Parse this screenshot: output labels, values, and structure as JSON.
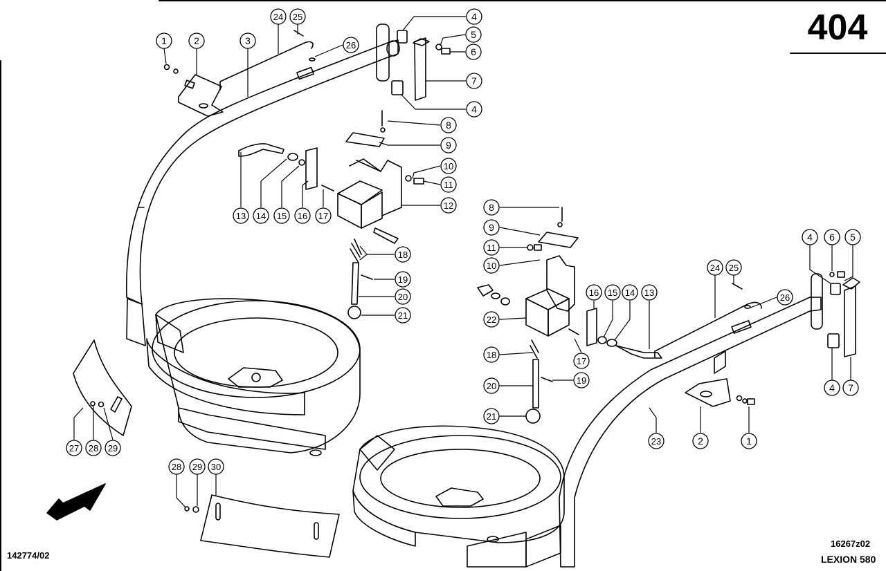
{
  "page": {
    "page_number": "404",
    "drawing_ref_left": "142774/02",
    "drawing_ref_right": "16267z02",
    "model": "LEXION 580"
  },
  "callouts": [
    {
      "id": "c-left-1",
      "label": "1"
    },
    {
      "id": "c-left-2",
      "label": "2"
    },
    {
      "id": "c-left-3",
      "label": "3"
    },
    {
      "id": "c-left-24",
      "label": "24"
    },
    {
      "id": "c-left-25",
      "label": "25"
    },
    {
      "id": "c-left-26",
      "label": "26"
    },
    {
      "id": "c-left-4a",
      "label": "4"
    },
    {
      "id": "c-left-5",
      "label": "5"
    },
    {
      "id": "c-left-6",
      "label": "6"
    },
    {
      "id": "c-left-7",
      "label": "7"
    },
    {
      "id": "c-left-4b",
      "label": "4"
    },
    {
      "id": "c-left-8",
      "label": "8"
    },
    {
      "id": "c-left-9",
      "label": "9"
    },
    {
      "id": "c-left-10",
      "label": "10"
    },
    {
      "id": "c-left-11",
      "label": "11"
    },
    {
      "id": "c-left-12",
      "label": "12"
    },
    {
      "id": "c-left-13",
      "label": "13"
    },
    {
      "id": "c-left-14",
      "label": "14"
    },
    {
      "id": "c-left-15",
      "label": "15"
    },
    {
      "id": "c-left-16",
      "label": "16"
    },
    {
      "id": "c-left-17",
      "label": "17"
    },
    {
      "id": "c-left-18",
      "label": "18"
    },
    {
      "id": "c-left-19",
      "label": "19"
    },
    {
      "id": "c-left-20",
      "label": "20"
    },
    {
      "id": "c-left-21",
      "label": "21"
    },
    {
      "id": "c-r-8",
      "label": "8"
    },
    {
      "id": "c-r-9",
      "label": "9"
    },
    {
      "id": "c-r-11",
      "label": "11"
    },
    {
      "id": "c-r-10",
      "label": "10"
    },
    {
      "id": "c-r-22",
      "label": "22"
    },
    {
      "id": "c-r-18",
      "label": "18"
    },
    {
      "id": "c-r-20",
      "label": "20"
    },
    {
      "id": "c-r-21",
      "label": "21"
    },
    {
      "id": "c-r-16",
      "label": "16"
    },
    {
      "id": "c-r-15",
      "label": "15"
    },
    {
      "id": "c-r-14",
      "label": "14"
    },
    {
      "id": "c-r-13",
      "label": "13"
    },
    {
      "id": "c-r-17",
      "label": "17"
    },
    {
      "id": "c-r-19",
      "label": "19"
    },
    {
      "id": "c-r-24",
      "label": "24"
    },
    {
      "id": "c-r-25",
      "label": "25"
    },
    {
      "id": "c-r-26",
      "label": "26"
    },
    {
      "id": "c-r-4a",
      "label": "4"
    },
    {
      "id": "c-r-6",
      "label": "6"
    },
    {
      "id": "c-r-5",
      "label": "5"
    },
    {
      "id": "c-r-4b",
      "label": "4"
    },
    {
      "id": "c-r-7",
      "label": "7"
    },
    {
      "id": "c-r-23",
      "label": "23"
    },
    {
      "id": "c-r-2",
      "label": "2"
    },
    {
      "id": "c-r-1",
      "label": "1"
    },
    {
      "id": "c-b-27",
      "label": "27"
    },
    {
      "id": "c-b-28a",
      "label": "28"
    },
    {
      "id": "c-b-29a",
      "label": "29"
    },
    {
      "id": "c-b-28b",
      "label": "28"
    },
    {
      "id": "c-b-29b",
      "label": "29"
    },
    {
      "id": "c-b-30",
      "label": "30"
    }
  ]
}
